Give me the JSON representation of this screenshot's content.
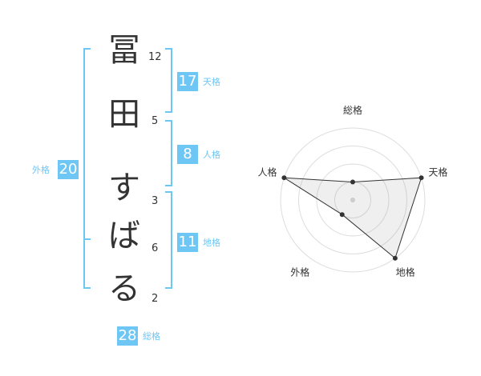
{
  "name": {
    "chars": [
      {
        "char": "冨",
        "strokes": "12"
      },
      {
        "char": "田",
        "strokes": "5"
      },
      {
        "char": "す",
        "strokes": "3"
      },
      {
        "char": "ば",
        "strokes": "6"
      },
      {
        "char": "る",
        "strokes": "2"
      }
    ]
  },
  "kaku": {
    "tenkaku": {
      "value": "17",
      "label": "天格"
    },
    "jinkaku": {
      "value": "8",
      "label": "人格"
    },
    "chikaku": {
      "value": "11",
      "label": "地格"
    },
    "gaikaku": {
      "value": "20",
      "label": "外格"
    },
    "soukaku": {
      "value": "28",
      "label": "総格"
    }
  },
  "colors": {
    "accent": "#6ec6f5",
    "text": "#333333",
    "grid": "#dddddd"
  },
  "chart_data": {
    "type": "radar",
    "axes": [
      "総格",
      "天格",
      "地格",
      "外格",
      "人格"
    ],
    "values": [
      1,
      4,
      4,
      1,
      4
    ],
    "rmax": 4,
    "grid_rings": 4
  }
}
